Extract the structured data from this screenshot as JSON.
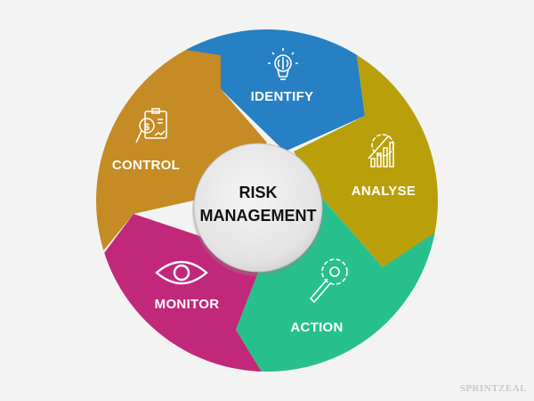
{
  "diagram": {
    "type": "cycle",
    "center": {
      "line1": "RISK",
      "line2": "MANAGEMENT"
    },
    "segments": [
      {
        "label": "IDENTIFY",
        "icon": "lightbulb-brain-icon",
        "color": "#2780c4"
      },
      {
        "label": "ANALYSE",
        "icon": "gear-chart-icon",
        "color": "#b9a00b"
      },
      {
        "label": "ACTION",
        "icon": "wrench-gear-icon",
        "color": "#27c08c"
      },
      {
        "label": "MONITOR",
        "icon": "eye-icon",
        "color": "#c2287a"
      },
      {
        "label": "CONTROL",
        "icon": "clipboard-dollar-magnifier-icon",
        "color": "#c58b25"
      }
    ]
  },
  "watermark": {
    "text": "SPRINTZEAL"
  }
}
